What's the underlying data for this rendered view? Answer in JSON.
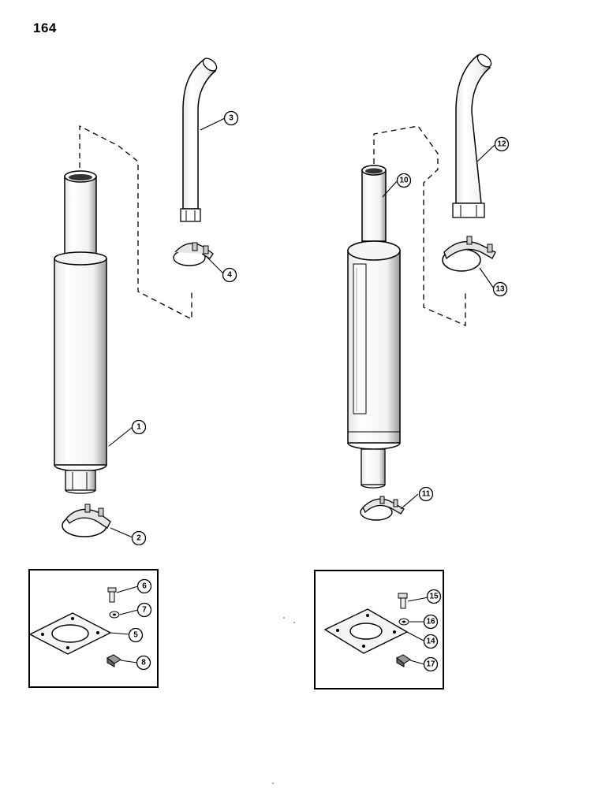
{
  "page": {
    "number": "164"
  },
  "colors": {
    "ink": "#000000",
    "paper": "#ffffff",
    "shade": "#d9d9d9"
  },
  "callouts": {
    "c1": "1",
    "c2": "2",
    "c3": "3",
    "c4": "4",
    "c5": "5",
    "c6": "6",
    "c7": "7",
    "c8": "8",
    "c10": "10",
    "c11": "11",
    "c12": "12",
    "c13": "13",
    "c14": "14",
    "c15": "15",
    "c16": "16",
    "c17": "17"
  }
}
